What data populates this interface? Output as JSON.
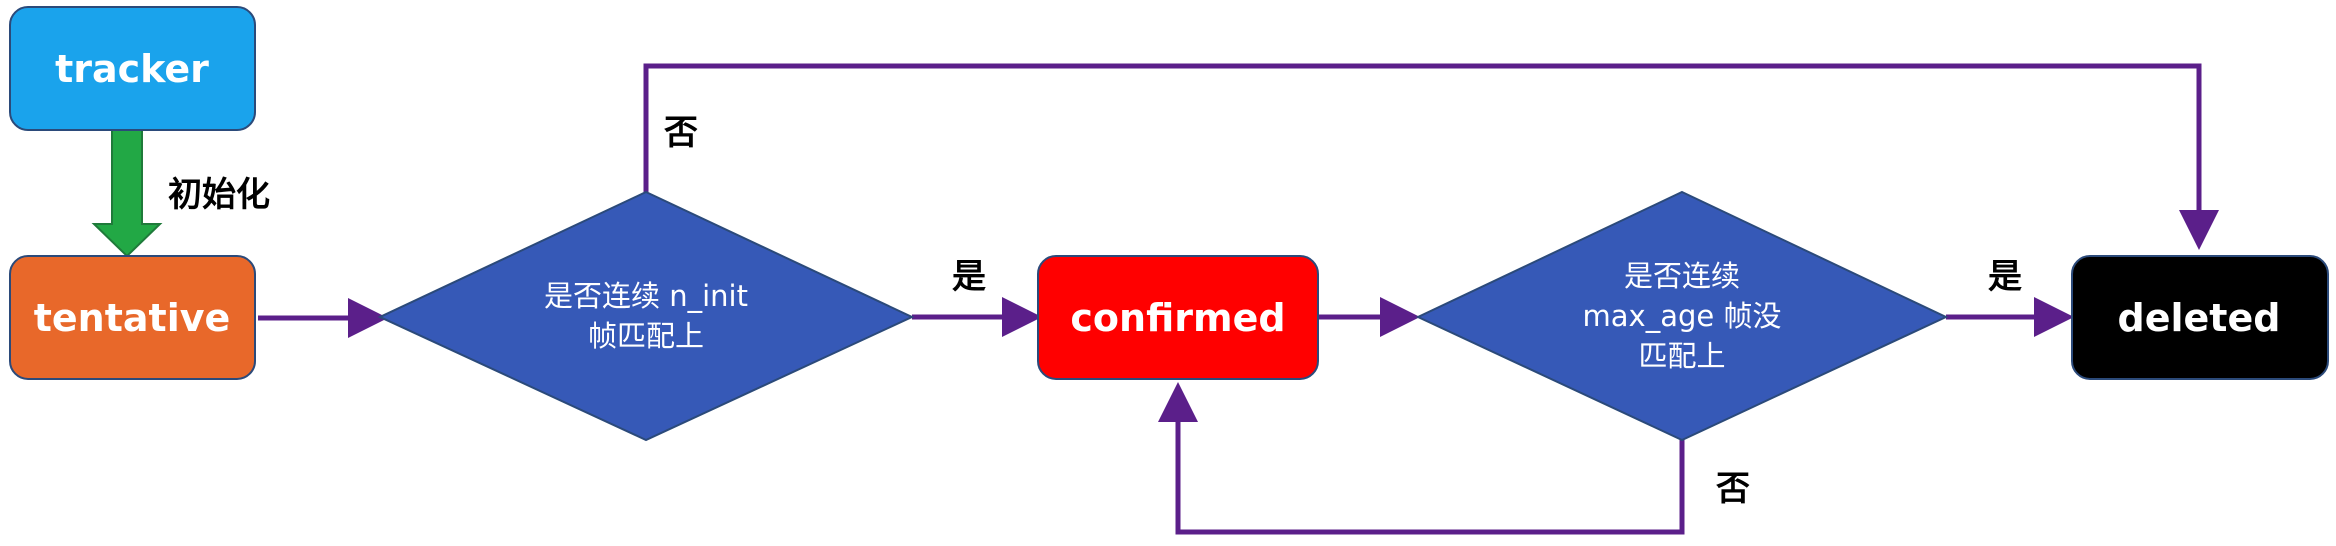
{
  "colors": {
    "tracker": "#1aa3ec",
    "tentative": "#e8682a",
    "confirmed": "#ff0000",
    "deleted": "#000000",
    "decision": "#3659b7",
    "edge": "#5b1f8a",
    "init_arrow": "#22a845"
  },
  "nodes": {
    "tracker": "tracker",
    "tentative": "tentative",
    "confirmed": "confirmed",
    "deleted": "deleted"
  },
  "decisions": {
    "d1": {
      "line1": "是否连续 n_init",
      "line2": "帧匹配上"
    },
    "d2": {
      "line1": "是否连续",
      "line2": "max_age 帧没",
      "line3": "匹配上"
    }
  },
  "edges": {
    "init": "初始化",
    "d1_no": "否",
    "d1_yes": "是",
    "d2_yes": "是",
    "d2_no": "否"
  }
}
